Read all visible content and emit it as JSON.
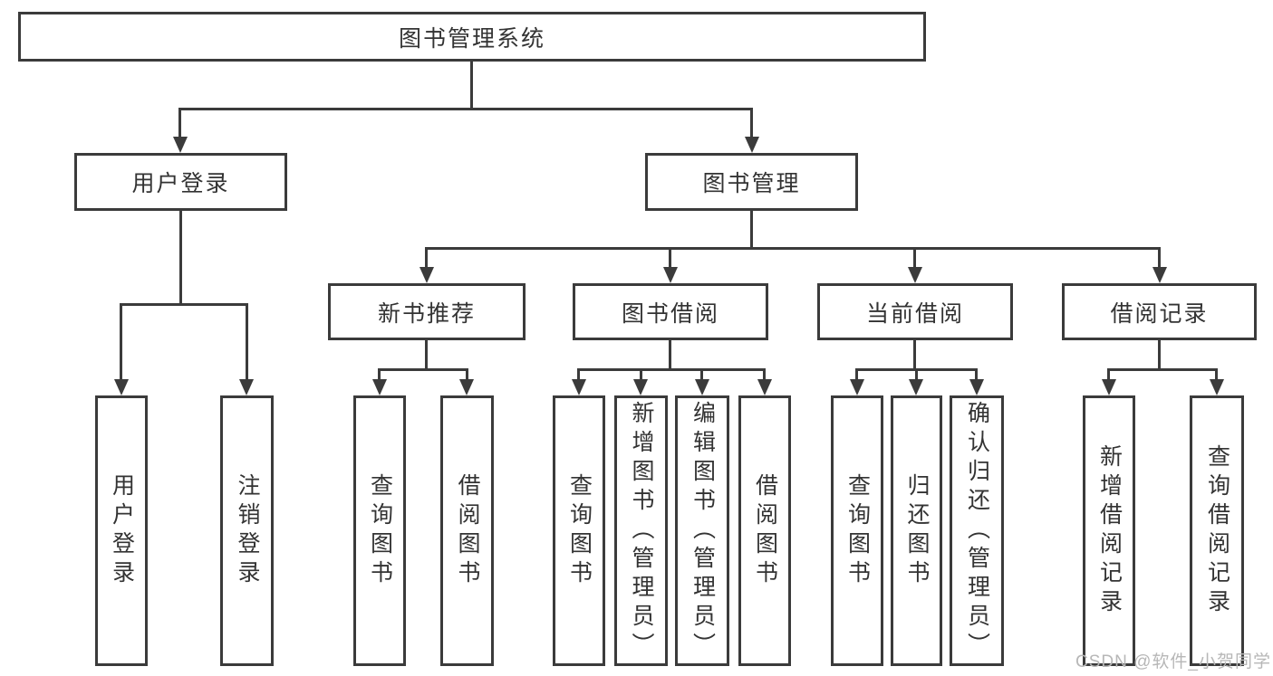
{
  "diagram": {
    "title": "图书管理系统",
    "root": {
      "label": "图书管理系统"
    },
    "level2": [
      {
        "label": "用户登录"
      },
      {
        "label": "图书管理"
      }
    ],
    "level3": [
      {
        "label": "新书推荐"
      },
      {
        "label": "图书借阅"
      },
      {
        "label": "当前借阅"
      },
      {
        "label": "借阅记录"
      }
    ],
    "leaves": {
      "login": [
        "用户登录",
        "注销登录"
      ],
      "newbook": [
        "查询图书",
        "借阅图书"
      ],
      "borrow": [
        "查询图书",
        "新增图书（管理员）",
        "编辑图书（管理员）",
        "借阅图书"
      ],
      "current": [
        "查询图书",
        "归还图书",
        "确认归还（管理员）"
      ],
      "records": [
        "新增借阅记录",
        "查询借阅记录"
      ]
    }
  },
  "watermark": {
    "text": "CSDN @软件_小贺同学",
    "color": "#b7b7b7"
  },
  "colors": {
    "line": "#3b3b3b",
    "text": "#333333",
    "background": "#ffffff"
  }
}
